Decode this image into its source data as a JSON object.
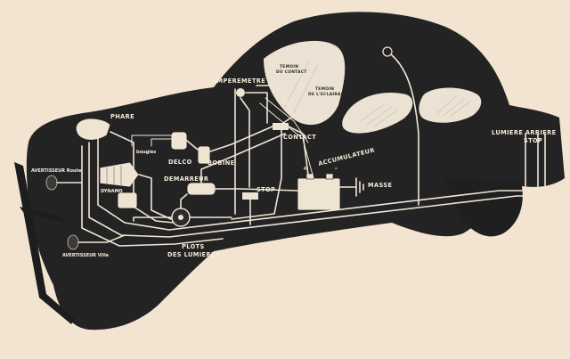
{
  "colors": {
    "paper": "#f3e4d2",
    "car_body": "#232323",
    "wire": "#f1e6d6"
  },
  "labels": {
    "ampere": "AMPEREMETRE",
    "temoin_contact_1": "TEMOIN",
    "temoin_contact_2": "DU CONTACT",
    "temoin_eclairage_1": "TEMOIN",
    "temoin_eclairage_2": "DE L'ECLAIRAGE",
    "phare": "PHARE",
    "contact": "CONTACT",
    "bougies": "bougies",
    "delco": "DELCO",
    "bobine": "BOBINE",
    "accumulateur": "ACCUMULATEUR",
    "avertisseur_route": "AVERTISSEUR Route",
    "dynamo": "DYNAMO",
    "demarreur": "DEMARREUR",
    "stop_center": "STOP",
    "masse": "MASSE",
    "lumiere_arriere_1": "LUMIERE ARRIERE",
    "lumiere_arriere_2": "STOP",
    "avertisseur_ville": "AVERTISSEUR Ville",
    "plots_1": "PLOTS",
    "plots_2": "DES LUMIERES",
    "plus_sign": "+",
    "minus_sign": "-"
  }
}
